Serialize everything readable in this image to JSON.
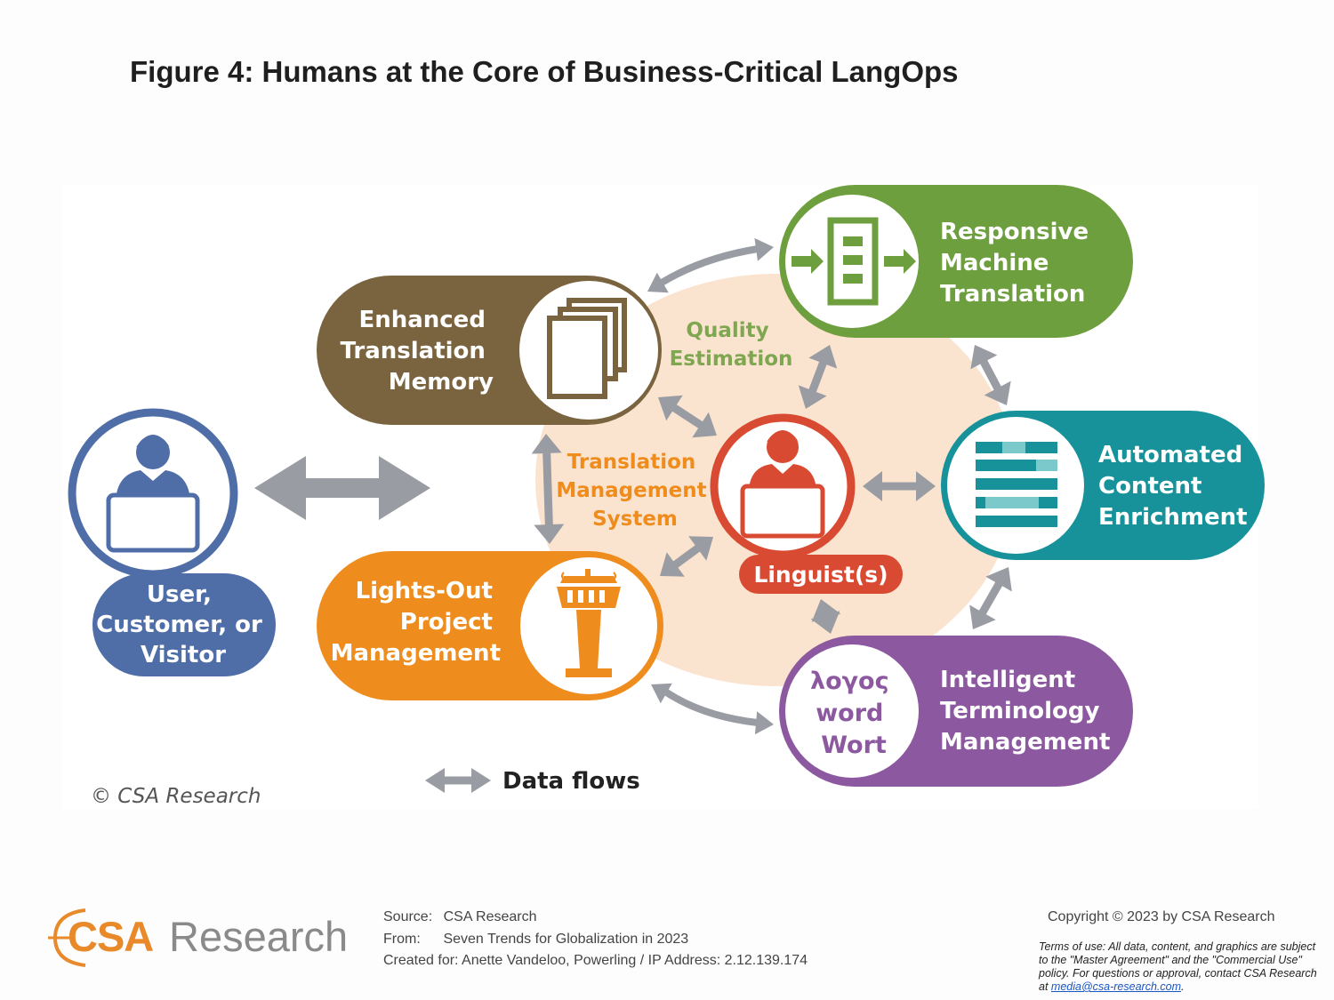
{
  "title": "Figure 4: Humans at the Core of Business-Critical LangOps",
  "diagram": {
    "user": [
      "User,",
      "Customer, or",
      "Visitor"
    ],
    "etm": [
      "Enhanced",
      "Translation",
      "Memory"
    ],
    "rmt": [
      "Responsive",
      "Machine",
      "Translation"
    ],
    "ace": [
      "Automated",
      "Content",
      "Enrichment"
    ],
    "itm": [
      "Intelligent",
      "Terminology",
      "Management"
    ],
    "lopm": [
      "Lights-Out",
      "Project",
      "Management"
    ],
    "terms_icon": [
      "λογος",
      "word",
      "Wort"
    ],
    "quality": [
      "Quality",
      "Estimation"
    ],
    "tms": [
      "Translation",
      "Management",
      "System"
    ],
    "linguist": "Linguist(s)",
    "legend": "Data flows",
    "copyright_mark": "© CSA Research",
    "colors": {
      "user": "#4f6ea8",
      "etm": "#7a6440",
      "rmt": "#6e9f3e",
      "ace": "#17929a",
      "itm": "#8c58a0",
      "lopm": "#ee8d1e",
      "linguist": "#d94a33",
      "arrow": "#9a9ca3",
      "center": "#fbe4cf"
    },
    "icons": {
      "user": "person-at-laptop-icon",
      "etm": "stacked-documents-icon",
      "rmt": "document-arrows-icon",
      "ace": "content-bars-icon",
      "lopm": "control-tower-icon",
      "linguist": "person-at-laptop-icon"
    }
  },
  "footer": {
    "logo_csa": "CSA",
    "logo_research": "Research",
    "source_label": "Source:",
    "source_value": "CSA Research",
    "from_label": "From:",
    "from_value": "Seven Trends for Globalization in 2023",
    "created_label": "Created for:",
    "created_value": "Anette Vandeloo, Powerling / IP Address: 2.12.139.174",
    "copyright": "Copyright © 2023 by CSA Research",
    "terms": "Terms of use: All data, content, and graphics are subject to the \"Master Agreement\" and the \"Commercial Use\" policy. For questions or approval, contact CSA Research at",
    "terms_email": "media@csa-research.com",
    "terms_end": "."
  }
}
